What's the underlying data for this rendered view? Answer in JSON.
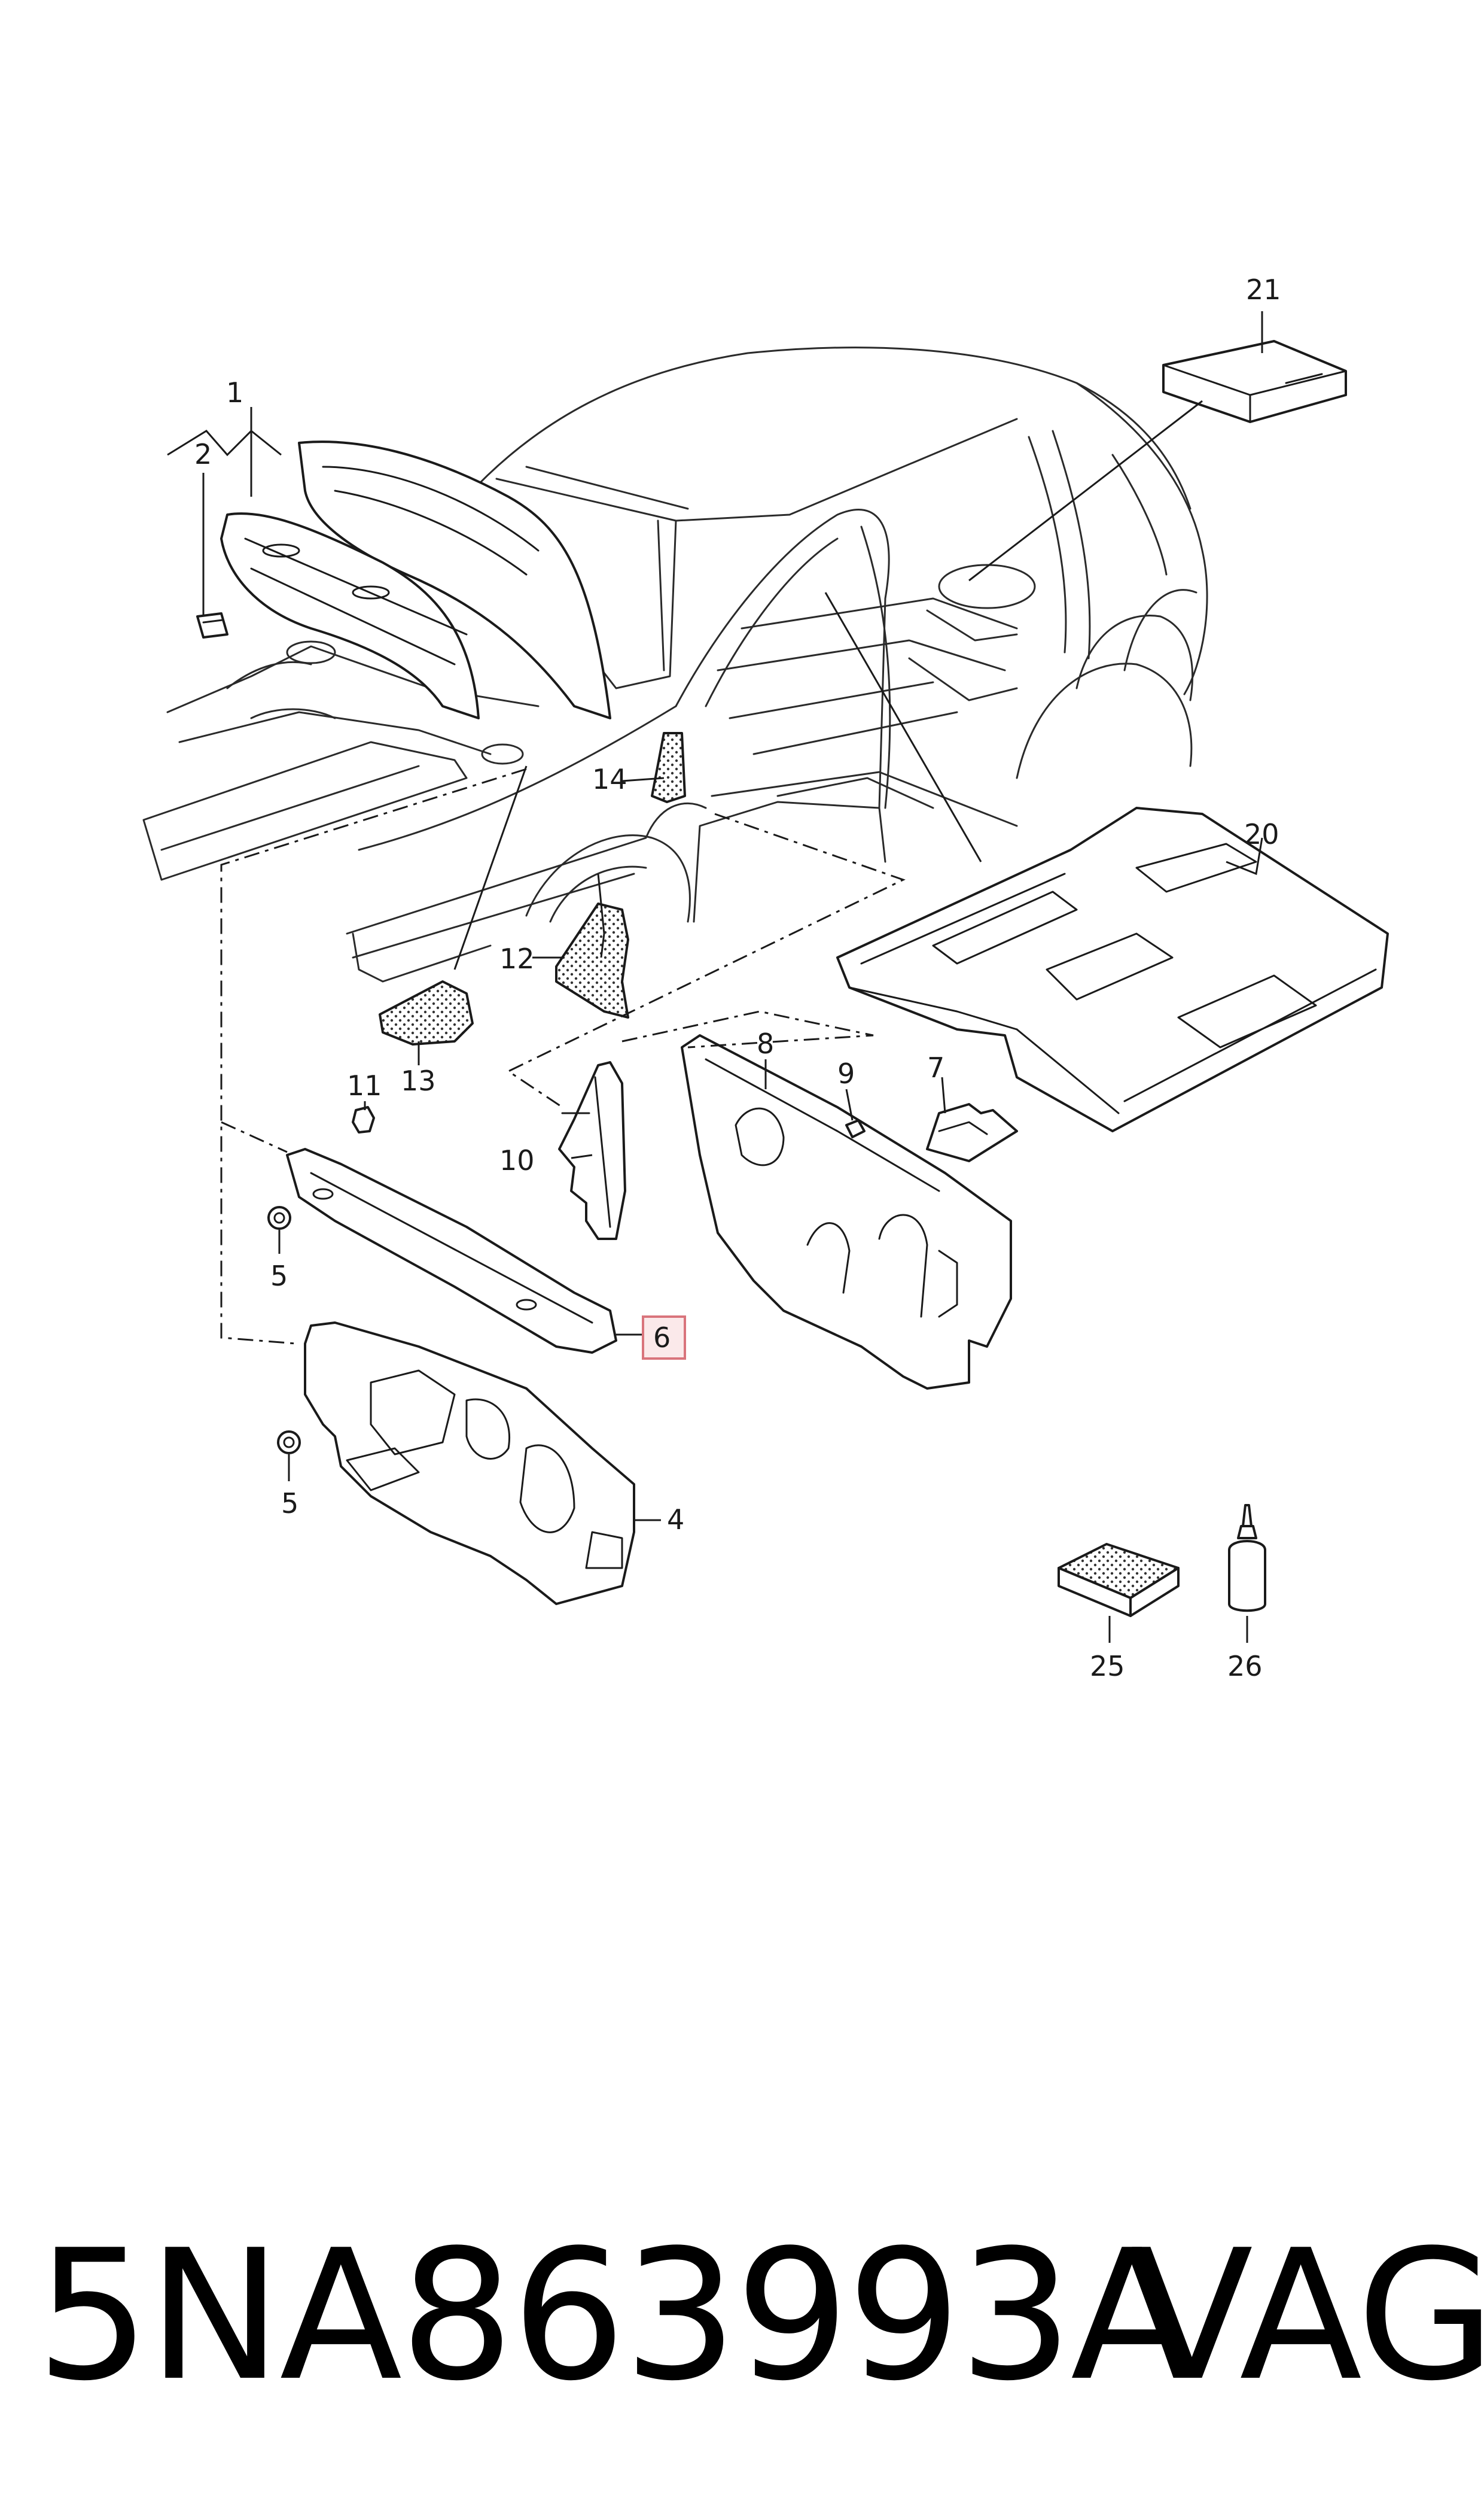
{
  "callouts": {
    "c1": "1",
    "c2": "2",
    "c4": "4",
    "c5a": "5",
    "c5b": "5",
    "c6": "6",
    "c7": "7",
    "c8": "8",
    "c9": "9",
    "c10": "10",
    "c11": "11",
    "c12": "12",
    "c13": "13",
    "c14": "14",
    "c20": "20",
    "c21": "21",
    "c25": "25",
    "c26": "26"
  },
  "highlighted_callout": "6",
  "part_number": "5NA863993A",
  "brand": "VAG",
  "colors": {
    "line": "#1a1a1a",
    "highlight_fill": "#fbe9ea",
    "highlight_stroke": "#d9747c"
  }
}
